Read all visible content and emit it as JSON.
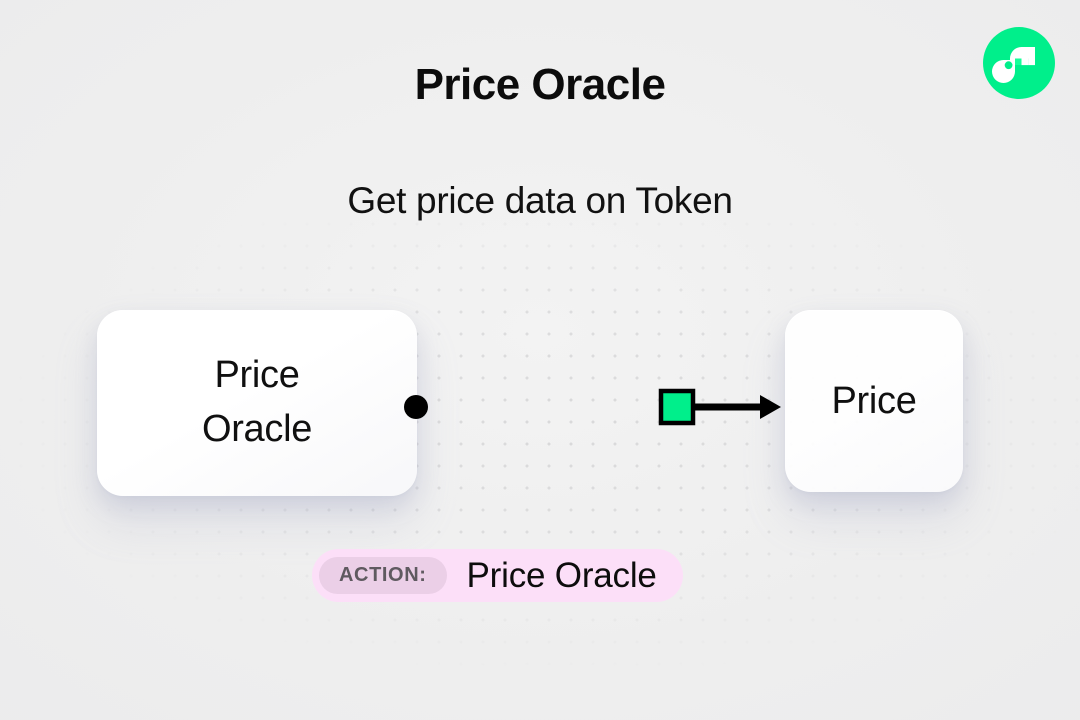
{
  "header": {
    "title": "Price Oracle",
    "subtitle": "Get price data on Token",
    "logo_icon": "flow-logo-icon",
    "logo_color": "#00ef8b"
  },
  "diagram": {
    "nodes": [
      {
        "id": "source",
        "label": "Price\nOracle",
        "line1": "Price",
        "line2": "Oracle"
      },
      {
        "id": "target",
        "label": "Price"
      }
    ],
    "connector": {
      "start_dot_icon": "connector-start-dot-icon",
      "marker_icon": "connector-green-square-icon",
      "arrow_icon": "connector-arrow-head-icon",
      "accent_color": "#00ef8b",
      "line_color": "#000000"
    }
  },
  "action_badge": {
    "tag": "ACTION:",
    "value": "Price Oracle",
    "background_color": "#fcdff8",
    "tag_background_color": "#ebcfe7",
    "tag_text_color": "#5f5a60"
  }
}
